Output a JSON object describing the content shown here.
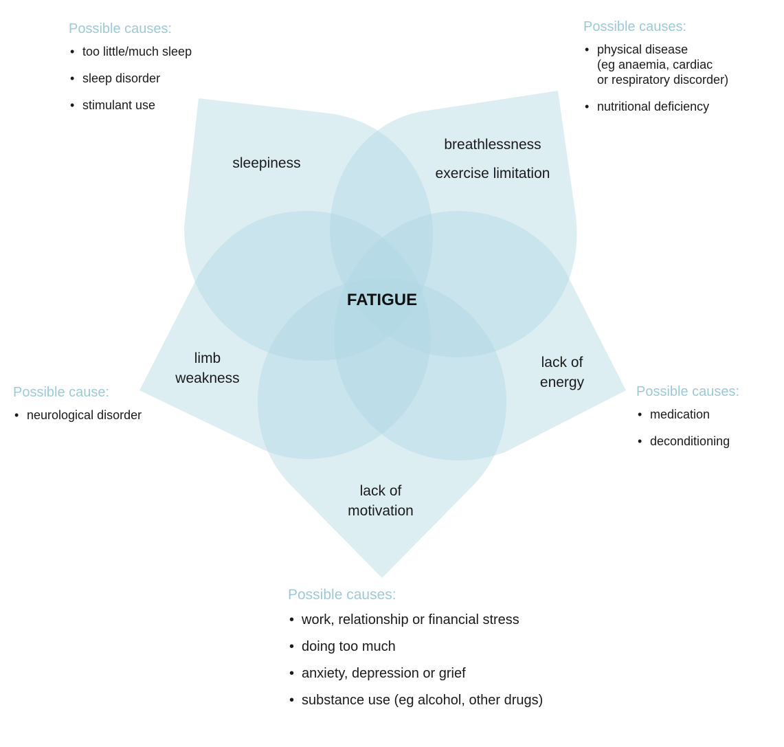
{
  "center": "FATIGUE",
  "petals": [
    {
      "id": "top-left",
      "lines": [
        "sleepiness"
      ]
    },
    {
      "id": "top-right",
      "lines": [
        "breathlessness",
        "exercise limitation"
      ]
    },
    {
      "id": "left",
      "lines": [
        "limb",
        "weakness"
      ]
    },
    {
      "id": "right",
      "lines": [
        "lack of",
        "energy"
      ]
    },
    {
      "id": "bottom",
      "lines": [
        "lack of",
        "motivation"
      ]
    }
  ],
  "causes": {
    "top_left": {
      "heading": "Possible causes:",
      "items": [
        [
          "too little/much sleep"
        ],
        [
          "sleep disorder"
        ],
        [
          "stimulant use"
        ]
      ]
    },
    "top_right": {
      "heading": "Possible causes:",
      "items": [
        [
          "physical disease",
          "(eg anaemia, cardiac",
          "or respiratory discorder)"
        ],
        [
          "nutritional deficiency"
        ]
      ]
    },
    "left": {
      "heading": "Possible cause:",
      "items": [
        [
          "neurological disorder"
        ]
      ]
    },
    "right": {
      "heading": "Possible causes:",
      "items": [
        [
          "medication"
        ],
        [
          "deconditioning"
        ]
      ]
    },
    "bottom": {
      "heading": "Possible causes:",
      "items": [
        [
          "work, relationship or financial stress"
        ],
        [
          "doing too much"
        ],
        [
          "anxiety, depression or grief"
        ],
        [
          "substance use (eg alcohol, other drugs)"
        ]
      ]
    }
  }
}
